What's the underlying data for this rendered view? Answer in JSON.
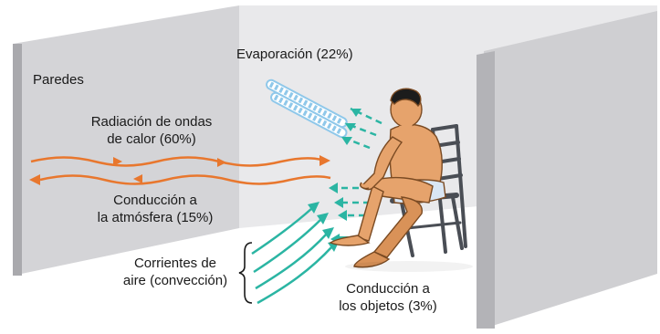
{
  "labels": {
    "walls": "Paredes",
    "evaporation": "Evaporación (22%)",
    "radiation_line1": "Radiación de ondas",
    "radiation_line2": "de calor (60%)",
    "conduction_air_line1": "Conducción a",
    "conduction_air_line2": "la atmósfera (15%)",
    "convection_line1": "Corrientes de",
    "convection_line2": "aire (convección)",
    "conduction_objects_line1": "Conducción a",
    "conduction_objects_line2": "los objetos (3%)"
  },
  "colors": {
    "wall_light": "#d9d9db",
    "wall_mid": "#c4c4c7",
    "wall_edge": "#a9a9ad",
    "radiation_arrow": "#e8772e",
    "air_arrow": "#2bb5a3",
    "evaporation_stripe": "#8fc8ea",
    "skin": "#e6a36c",
    "skin_shadow": "#c98148",
    "chair": "#4a4e55",
    "briefs": "#d9e6f4"
  }
}
